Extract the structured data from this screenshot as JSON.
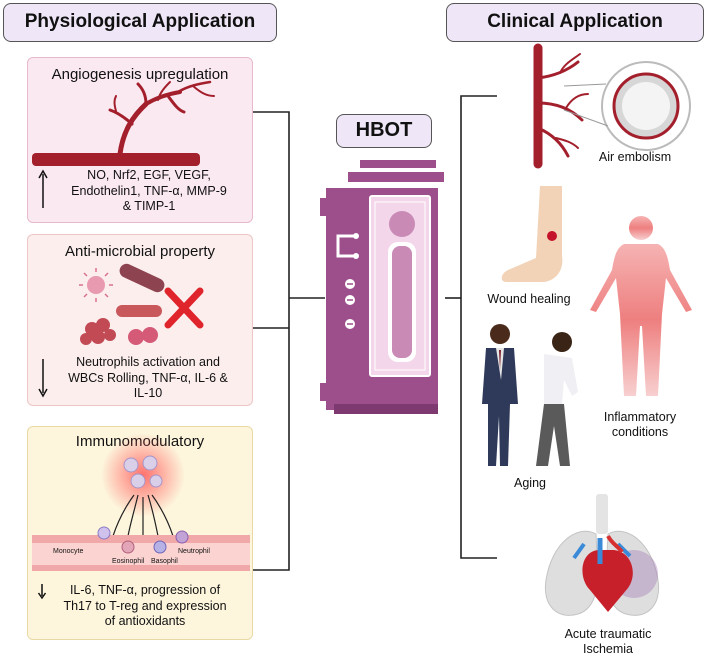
{
  "header": {
    "left_title": "Physiological Application",
    "right_title": "Clinical Application"
  },
  "center": {
    "title": "HBOT"
  },
  "panels": [
    {
      "title": "Angiogenesis upregulation",
      "arrow": "up",
      "lines": [
        "NO, Nrf2, EGF, VEGF,",
        "Endothelin1, TNF-α, MMP-9",
        "& TIMP-1"
      ]
    },
    {
      "title": "Anti-microbial property",
      "arrow": "down",
      "lines": [
        "Neutrophils activation and",
        "WBCs Rolling, TNF-α, IL-6 &",
        "IL-10"
      ]
    },
    {
      "title": "Immunomodulatory",
      "arrow": "down",
      "cells": [
        "Monocyte",
        "Eosinophil",
        "Basophil",
        "Neutrophil"
      ],
      "lines": [
        "IL-6, TNF-α, progression of",
        "Th17 to T-reg and expression",
        "of antioxidants"
      ]
    }
  ],
  "clinical": {
    "air_embolism": "Air embolism",
    "wound_healing": "Wound healing",
    "inflammatory": [
      "Inflammatory",
      "conditions"
    ],
    "aging": "Aging",
    "ischemia": [
      "Acute traumatic",
      "Ischemia"
    ]
  },
  "colors": {
    "panel1_bg": "#fbe9f1",
    "panel2_bg": "#fdeeee",
    "panel3_bg": "#fdf6dd",
    "chamber": "#9c4f8b",
    "chamber_dark": "#7e3a70",
    "title_bg": "#efe6f7",
    "vessel": "#a31f2c"
  }
}
